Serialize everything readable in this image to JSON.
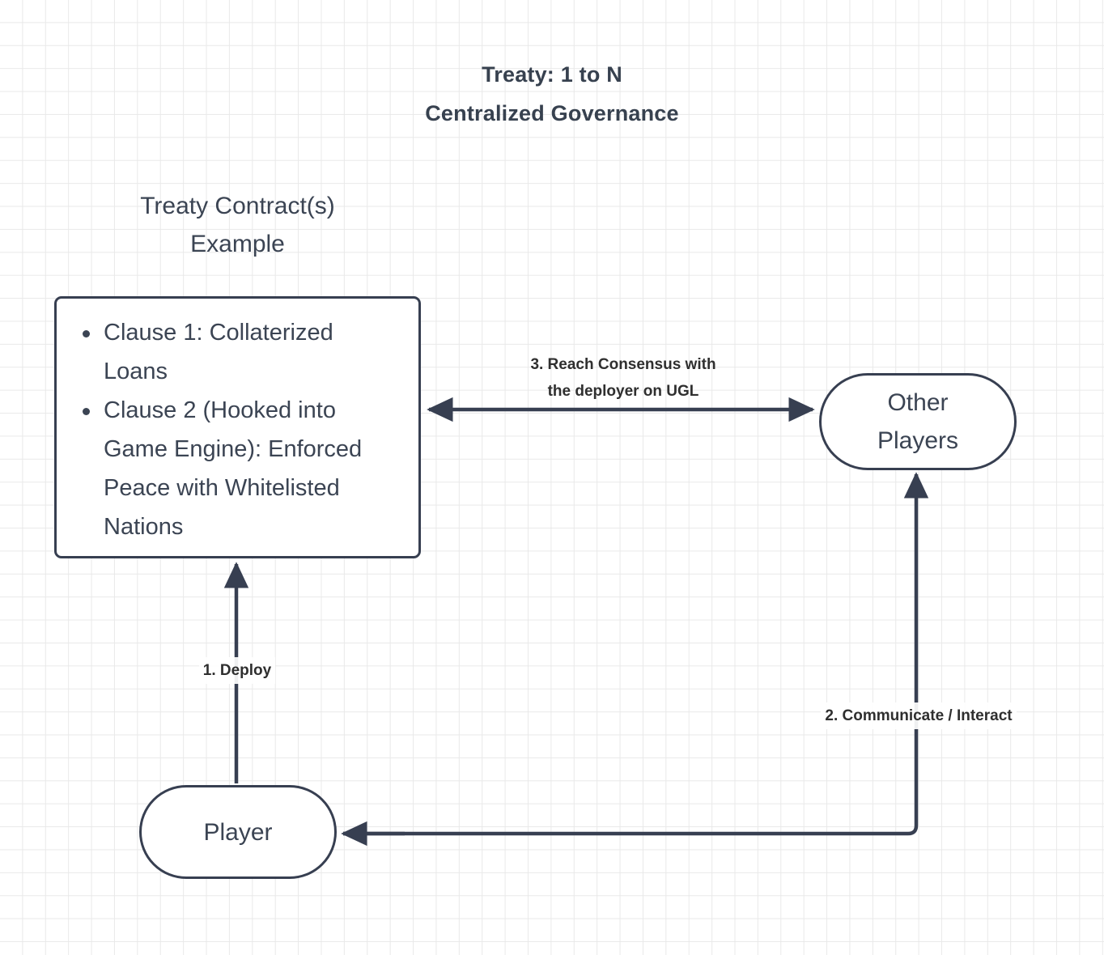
{
  "diagram": {
    "title_lines": [
      "Treaty: 1 to N",
      "Centralized Governance"
    ],
    "colors": {
      "stroke": "#373f51",
      "text": "#3b4453",
      "label_text": "#2f2f2f",
      "background": "#ffffff",
      "grid_line": "#e9e9e9"
    }
  },
  "contract_group": {
    "caption_lines": [
      "Treaty Contract(s)",
      "Example"
    ],
    "clauses": [
      "Clause 1: Collaterized Loans",
      "Clause 2 (Hooked into Game Engine): Enforced Peace with Whitelisted Nations"
    ]
  },
  "nodes": {
    "other_players": {
      "label_lines": [
        "Other",
        "Players"
      ],
      "shape": "stadium"
    },
    "player": {
      "label_lines": [
        "Player"
      ],
      "shape": "stadium"
    }
  },
  "edges": {
    "deploy": {
      "label_lines": [
        "1. Deploy"
      ],
      "from": "player",
      "to": "contract_group",
      "direction": "up"
    },
    "communicate": {
      "label_lines": [
        "2. Communicate / Interact"
      ],
      "from": "player",
      "to": "other_players",
      "direction": "up"
    },
    "consensus": {
      "label_lines": [
        "3. Reach Consensus with",
        "the deployer on UGL"
      ],
      "from": "contract_group",
      "to": "other_players",
      "direction": "both"
    }
  }
}
